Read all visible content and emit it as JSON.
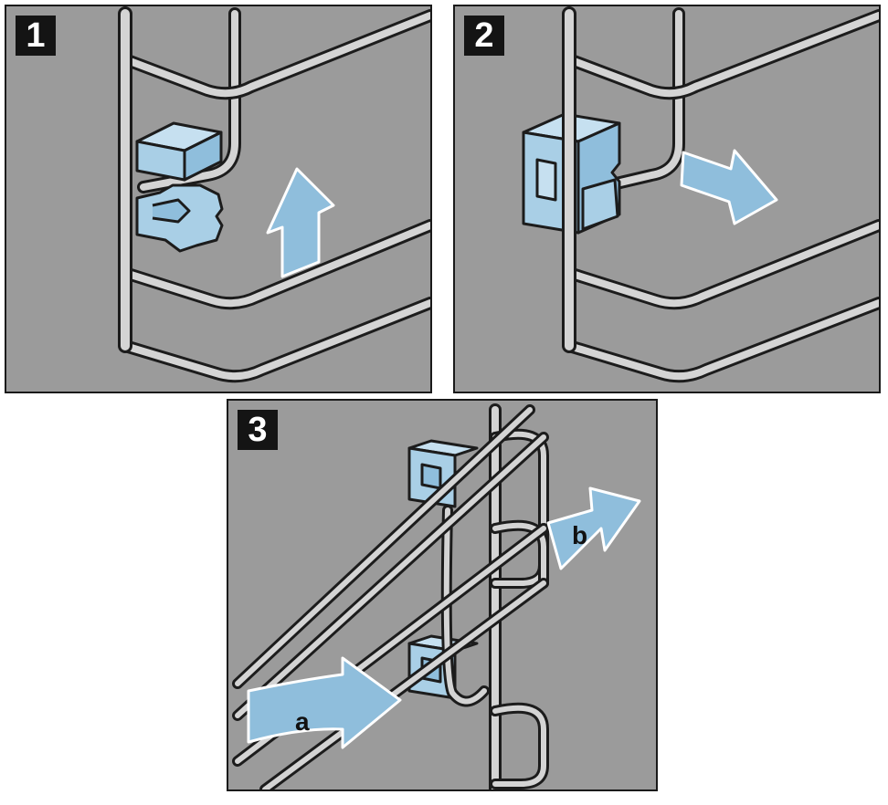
{
  "panels": [
    {
      "step": "1"
    },
    {
      "step": "2"
    },
    {
      "step": "3",
      "callouts": [
        "a",
        "b"
      ]
    }
  ],
  "colors": {
    "background": "#9b9b9b",
    "wire_outline": "#1c1c1c",
    "wire_fill": "#d4d4d4",
    "clip": "#a9cfe6",
    "arrow": "#8fbedc"
  },
  "icons": [
    "up-arrow-icon",
    "right-arrow-icon",
    "curved-arrow-icon"
  ]
}
